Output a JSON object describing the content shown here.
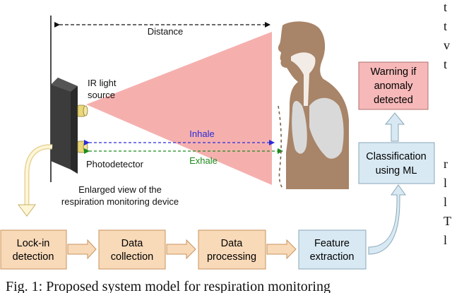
{
  "labels": {
    "distance": "Distance",
    "ir_source": [
      "IR light",
      "source"
    ],
    "photodetector": "Photodetector",
    "inhale": "Inhale",
    "exhale": "Exhale",
    "enlarged_view": [
      "Enlarged view of the",
      "respiration monitoring device"
    ]
  },
  "blocks": {
    "lockin": [
      "Lock-in",
      "detection"
    ],
    "collection": [
      "Data",
      "collection"
    ],
    "processing": [
      "Data",
      "processing"
    ],
    "feature": [
      "Feature",
      "extraction"
    ],
    "classification": [
      "Classification",
      "using ML"
    ],
    "warning": [
      "Warning if",
      "anomaly",
      "detected"
    ]
  },
  "caption": "Fig. 1: Proposed system model for respiration monitoring",
  "edge_text": [
    "t",
    "t",
    "v",
    "t",
    "r",
    "l",
    "l",
    "T",
    "l"
  ],
  "colors": {
    "flow_block": "#f8d9b8",
    "flow_border": "#c8945e",
    "ml_block": "#d8e9f3",
    "ml_border": "#8aa8b8",
    "warning_block": "#f6b8b8",
    "warning_border": "#b07070",
    "beam": "#f4a7a5",
    "inhale": "#2a2ad8",
    "exhale": "#1c8a1c",
    "skin": "#a88468",
    "lung": "#d9d9d9"
  }
}
